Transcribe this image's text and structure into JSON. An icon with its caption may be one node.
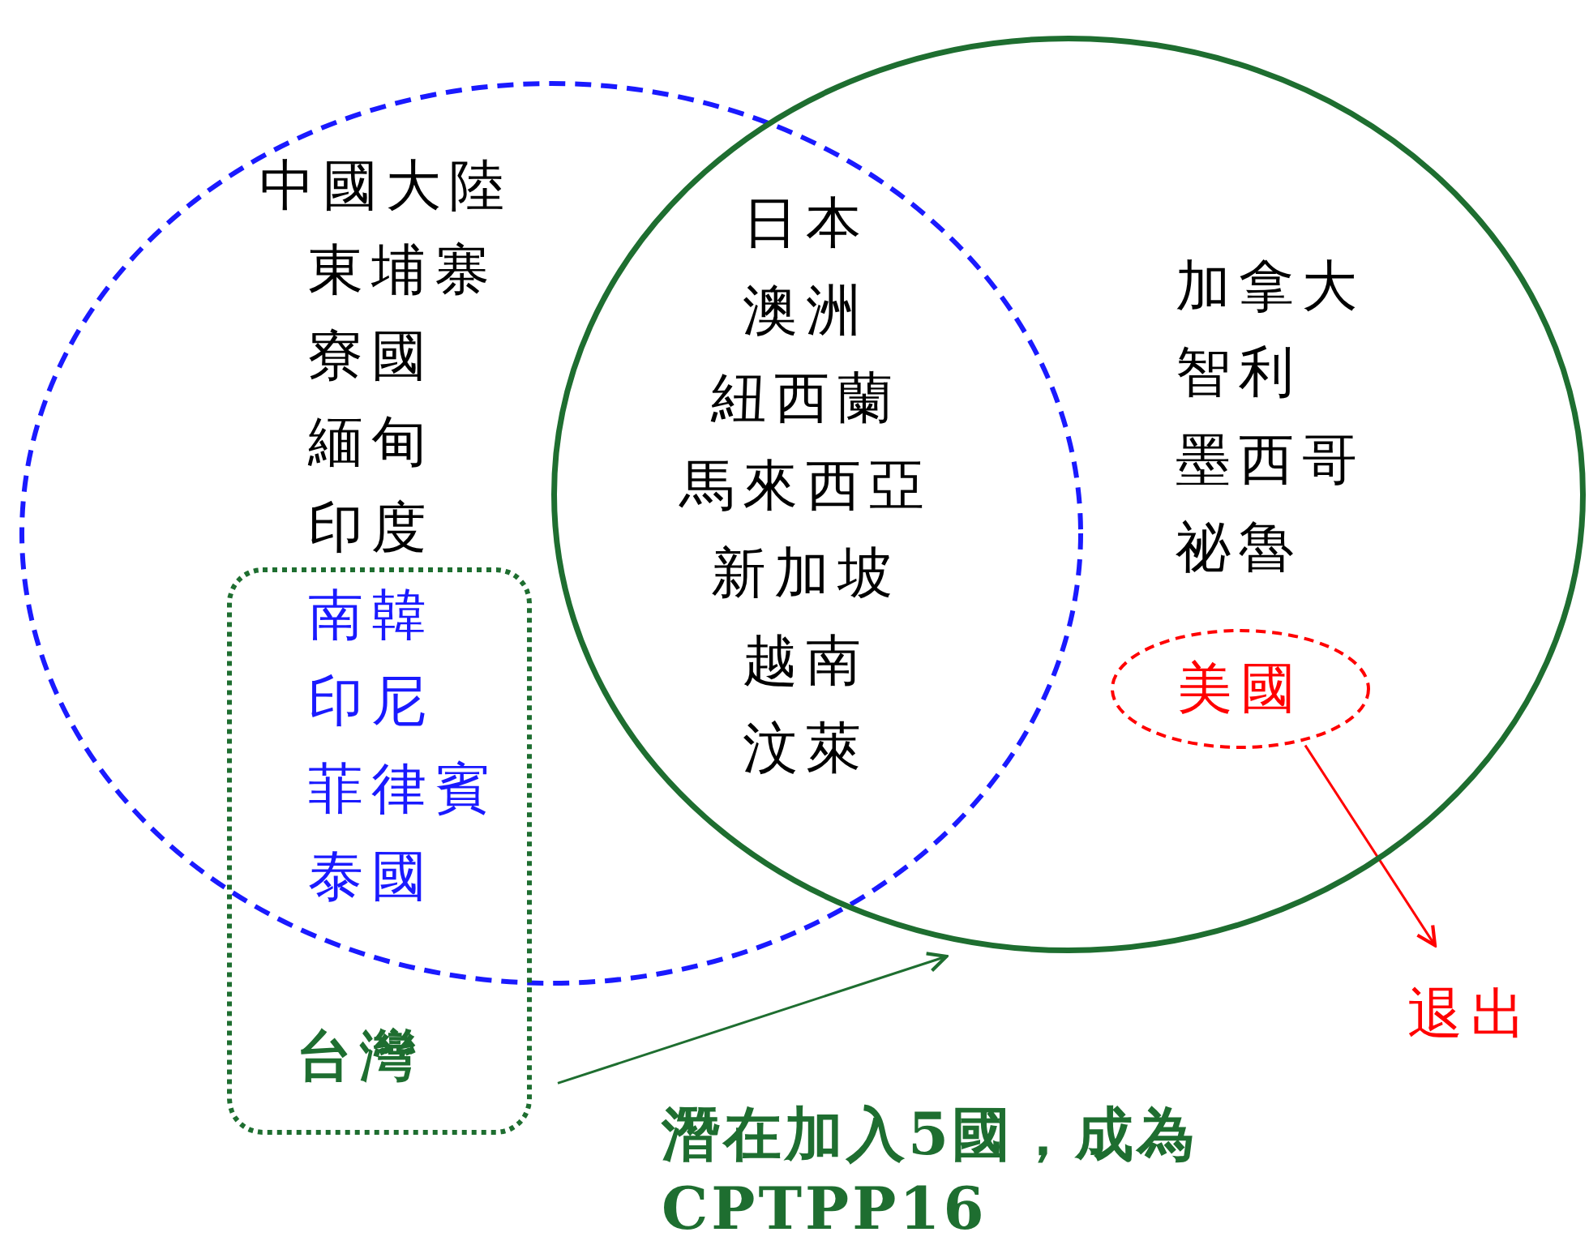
{
  "diagram": {
    "nodes": [
      {
        "text": [
          "中國大陸",
          "東埔寨",
          "寮國",
          "緬甸",
          "印度"
        ]
      },
      {
        "text": [
          "加拿大",
          "智利",
          "墨西哥",
          "祕魯"
        ]
      },
      {
        "text": [
          "南韓",
          "印尼",
          "菲律賓",
          "泰國",
          "台灣"
        ]
      },
      {
        "text": [
          "美國"
        ],
        "in": 1
      },
      {
        "text": [
          "退出"
        ]
      },
      {
        "text": [
          "潛在加入5國，成為CPTPP16"
        ]
      }
    ],
    "edges": [
      {
        "from": 3,
        "to": 4,
        "arrow": "to",
        "color": "#ff0000"
      },
      {
        "from": 2,
        "to": 1,
        "arrow": "to",
        "color": "#1e6e30"
      }
    ],
    "labels": [
      "日本",
      "澳洲",
      "紐西蘭",
      "馬來西亞",
      "新加坡",
      "越南",
      "汶萊"
    ]
  }
}
